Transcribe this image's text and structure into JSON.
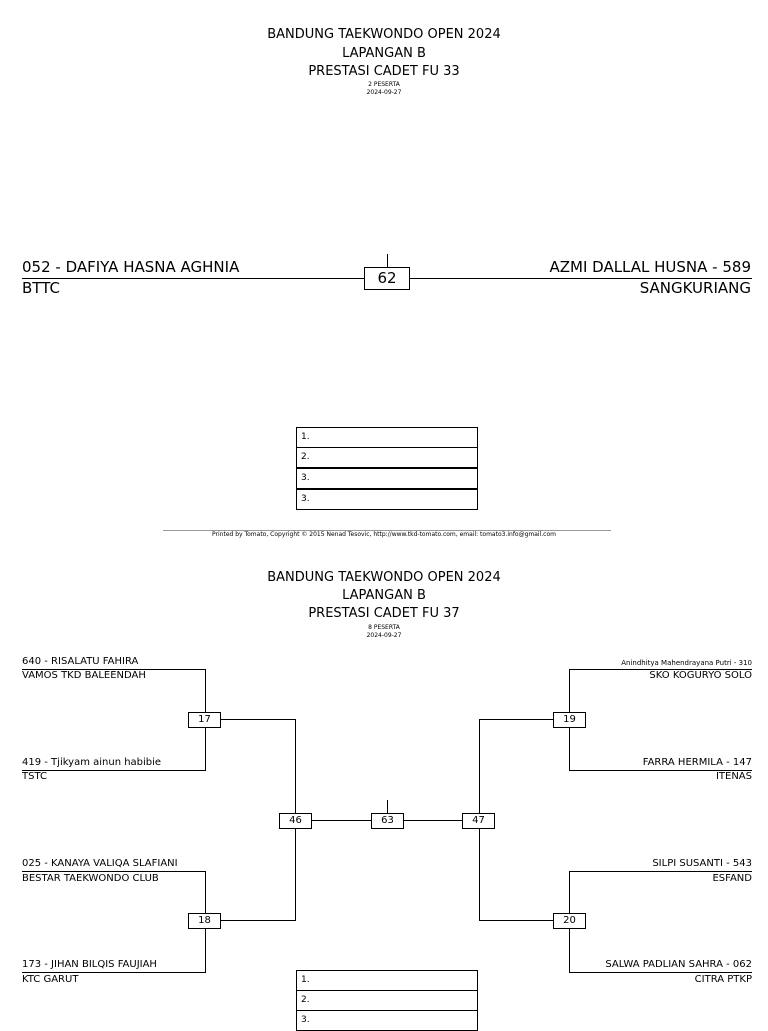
{
  "bracket1": {
    "title": "BANDUNG TAEKWONDO OPEN 2024",
    "court": "LAPANGAN B",
    "category": "PRESTASI CADET FU 33",
    "participants": "2 PESERTA",
    "date": "2024-09-27",
    "left": {
      "name": "052 - DAFIYA HASNA AGHNIA",
      "club": "BTTC"
    },
    "right": {
      "name": "AZMI DALLAL HUSNA - 589",
      "club": "SANGKURIANG"
    },
    "match": "62",
    "ranks": [
      "1.",
      "2.",
      "3.",
      "3."
    ]
  },
  "footer": "Printed by Tomato, Copyright © 2015 Nenad Tesovic, http://www.tkd-tomato.com, email: tomato3.info@gmail.com",
  "bracket2": {
    "title": "BANDUNG TAEKWONDO OPEN 2024",
    "court": "LAPANGAN B",
    "category": "PRESTASI CADET FU 37",
    "participants": "8 PESERTA",
    "date": "2024-09-27",
    "players": [
      {
        "name": "640 - RISALATU FAHIRA",
        "club": "VAMOS TKD BALEENDAH"
      },
      {
        "name": "419 - Tjikyam ainun habibie",
        "club": "TSTC"
      },
      {
        "name": "025 - KANAYA VALIQA SLAFIANI",
        "club": "BESTAR TAEKWONDO CLUB"
      },
      {
        "name": "173 - JIHAN BILQIS FAUJIAH",
        "club": "KTC GARUT"
      },
      {
        "name": "Anindhitya Mahendrayana Putri  - 310",
        "club": "SKO KOGURYO SOLO"
      },
      {
        "name": "FARRA HERMILA - 147",
        "club": "ITENAS"
      },
      {
        "name": "SILPI SUSANTI - 543",
        "club": "ESFAND"
      },
      {
        "name": "SALWA PADLIAN SAHRA - 062",
        "club": "CITRA PTKP"
      }
    ],
    "matches": {
      "m17": "17",
      "m18": "18",
      "m19": "19",
      "m20": "20",
      "m46": "46",
      "m47": "47",
      "m63": "63"
    },
    "ranks": [
      "1.",
      "2.",
      "3."
    ]
  }
}
